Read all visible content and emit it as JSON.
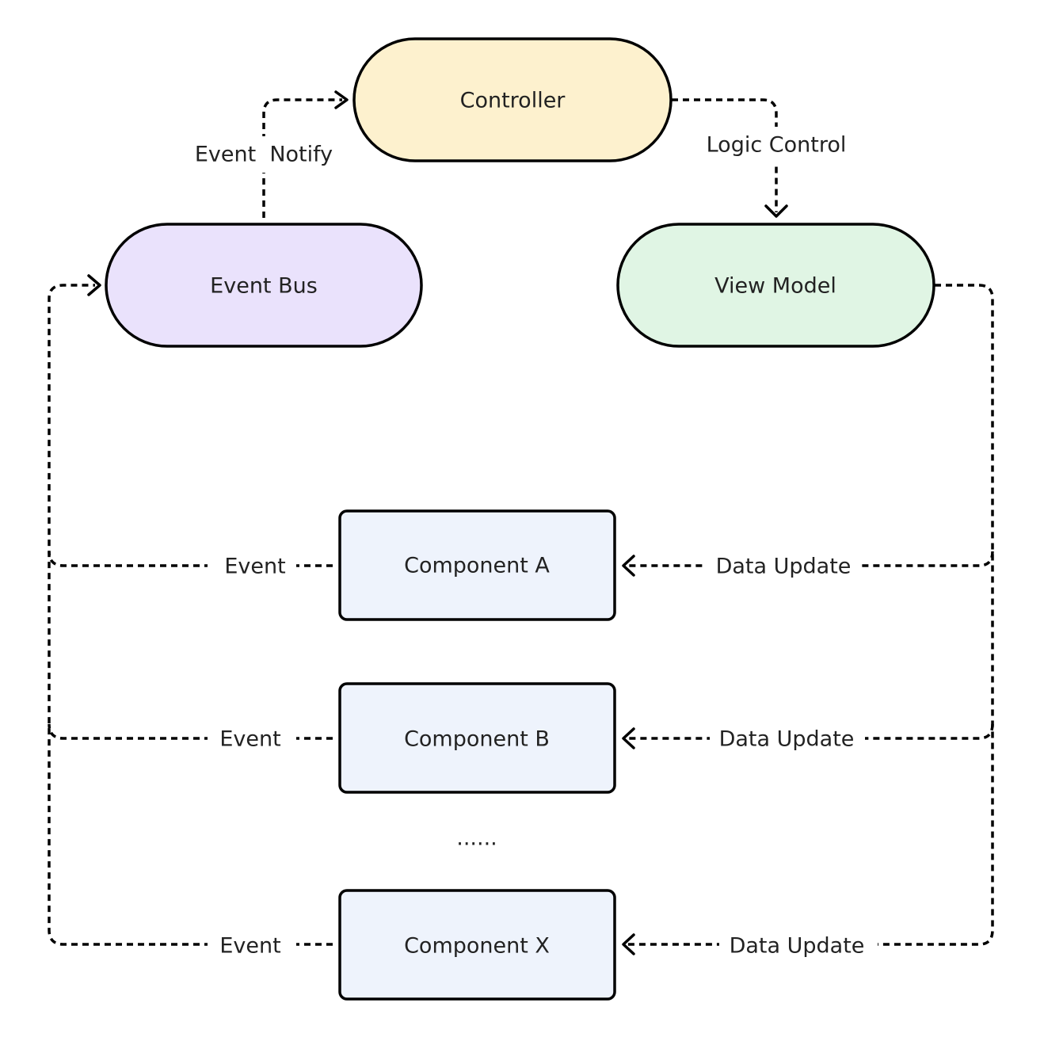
{
  "nodes": {
    "controller": {
      "label": "Controller",
      "color": "#FDF1CE"
    },
    "event_bus": {
      "label": "Event Bus",
      "color": "#EAE2FC"
    },
    "view_model": {
      "label": "View Model",
      "color": "#E0F5E4"
    },
    "component_a": {
      "label": "Component A",
      "color": "#EEF3FC"
    },
    "component_b": {
      "label": "Component B",
      "color": "#EEF3FC"
    },
    "component_x": {
      "label": "Component X",
      "color": "#EEF3FC"
    }
  },
  "ellipsis": "......",
  "edges": {
    "event_notify": "Event  Notify",
    "logic_control": "Logic Control",
    "event_a": "Event",
    "event_b": "Event",
    "event_x": "Event",
    "data_update_a": "Data Update",
    "data_update_b": "Data Update",
    "data_update_x": "Data Update"
  }
}
